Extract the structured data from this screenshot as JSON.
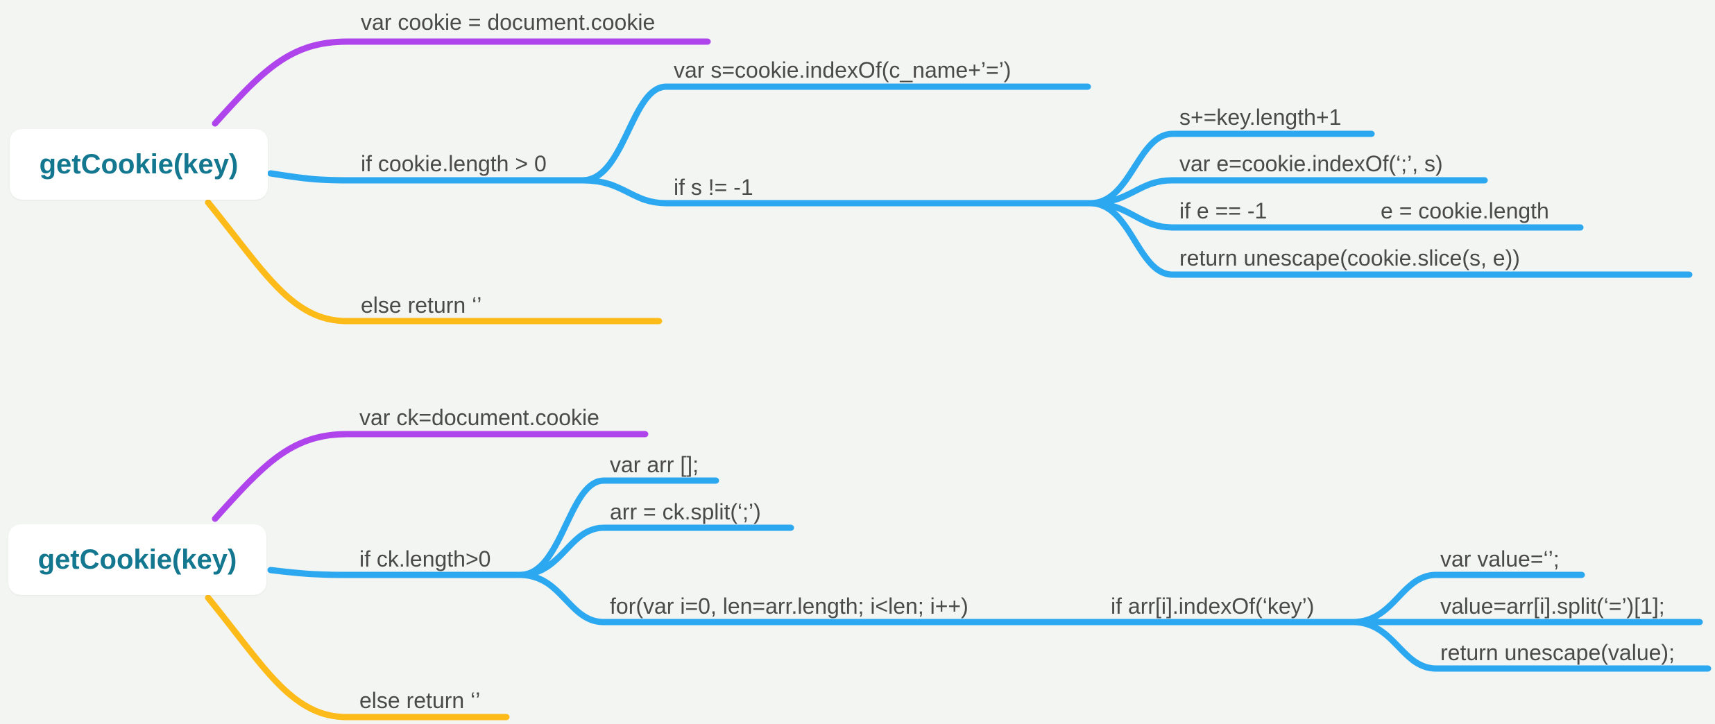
{
  "colors": {
    "background": "#f3f5f2",
    "root_text": "#13778f",
    "label_text": "#4a4a4a",
    "purple": "#b044ec",
    "blue": "#2ba8f0",
    "yellow": "#fdbb1a"
  },
  "maps": [
    {
      "root": "getCookie(key)",
      "labels": {
        "var_cookie": "var cookie = document.cookie",
        "if_length": "if cookie.length > 0",
        "else_return": "else return ‘’",
        "var_s": "var s=cookie.indexOf(c_name+’=’)",
        "if_s": "if s != -1",
        "s_plus": "s+=key.length+1",
        "var_e": "var e=cookie.indexOf(‘;’, s)",
        "if_e": "if e == -1",
        "e_assign": "e = cookie.length",
        "return_unescape": "return unescape(cookie.slice(s, e))"
      }
    },
    {
      "root": "getCookie(key)",
      "labels": {
        "var_ck": "var ck=document.cookie",
        "if_ck": "if ck.length>0",
        "else_return": "else return ‘’",
        "var_arr": "var arr [];",
        "arr_split": "arr = ck.split(‘;’)",
        "for_loop": "for(var i=0, len=arr.length; i<len; i++)",
        "if_indexof": "if arr[i].indexOf(‘key’)",
        "var_value": "var value=‘’;",
        "value_split": "value=arr[i].split(‘=’)[1];",
        "return_value": "return unescape(value);"
      }
    }
  ]
}
